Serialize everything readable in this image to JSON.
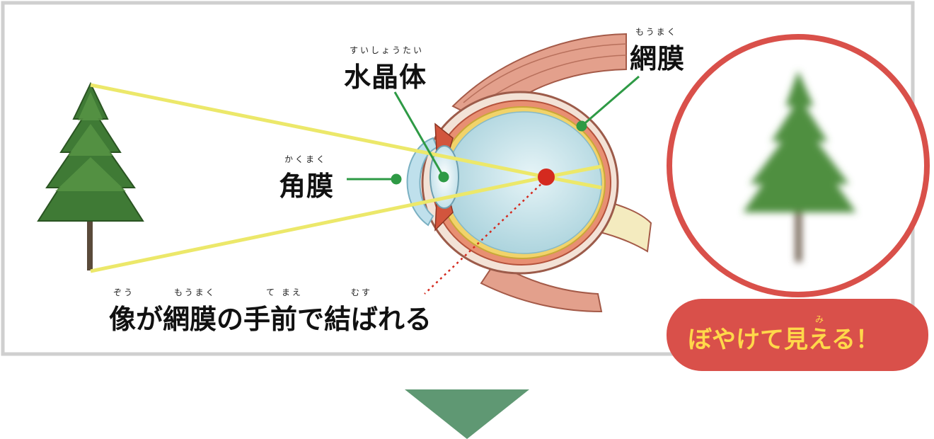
{
  "labels": {
    "lens": {
      "ruby": "すいしょうたい",
      "text": "水晶体"
    },
    "retina": {
      "ruby": "もうまく",
      "text": "網膜"
    },
    "cornea": {
      "ruby": "かくまく",
      "text": "角膜"
    }
  },
  "caption": {
    "ruby1": "ぞう",
    "ruby2": "もうまく",
    "ruby3": "て まえ",
    "ruby4": "むす",
    "text": "像が網膜の手前で結ばれる"
  },
  "callout": {
    "ruby": "み",
    "text": "ぼやけて見える！"
  },
  "colors": {
    "panel_border": "#cfcfcf",
    "ray": "#ece86a",
    "leader": "#2e9a45",
    "focus_point": "#d42a1f",
    "callout": "#d9504a",
    "arrow": "#5f9873"
  }
}
